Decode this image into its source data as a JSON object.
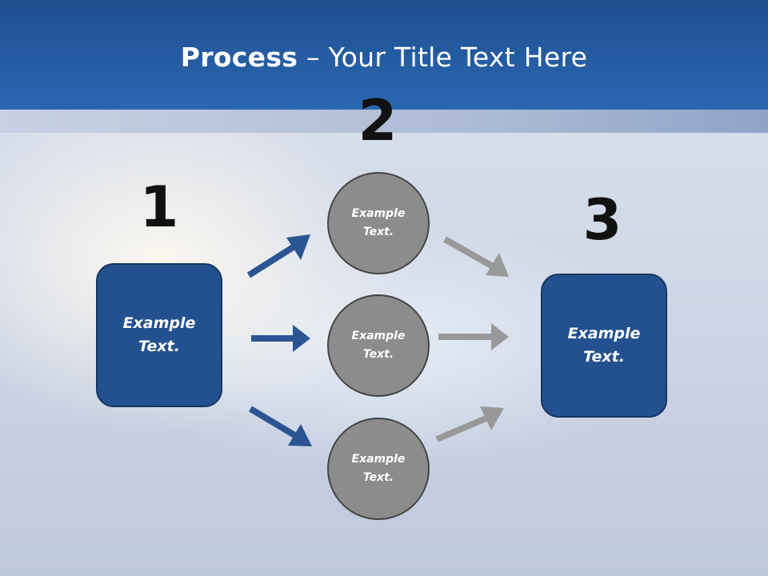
{
  "title": {
    "bold": "Process",
    "rest": " – Your Title Text Here"
  },
  "steps": {
    "one": "1",
    "two": "2",
    "three": "3"
  },
  "left_box": {
    "line1": "Example",
    "line2": "Text."
  },
  "right_box": {
    "line1": "Example",
    "line2": "Text."
  },
  "circles": [
    {
      "line1": "Example",
      "line2": "Text."
    },
    {
      "line1": "Example",
      "line2": "Text."
    },
    {
      "line1": "Example",
      "line2": "Text."
    }
  ],
  "colors": {
    "header": "#2b67b1",
    "box": "#23518f",
    "circle": "#8c8c8c",
    "arrow_blue": "#2a5592",
    "arrow_gray": "#999999"
  }
}
